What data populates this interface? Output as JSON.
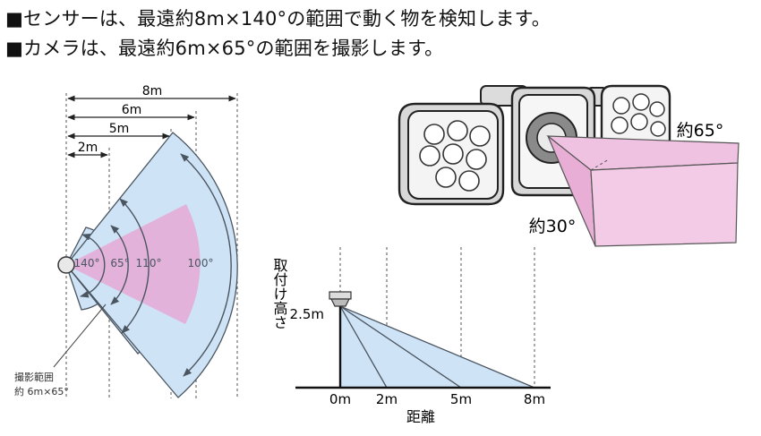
{
  "header": {
    "line1": "■センサーは、最遠約8m×140°の範囲で動く物を検知します。",
    "line2": "■カメラは、最遠約6m×65°の範囲を撮影します。"
  },
  "range_diagram": {
    "distances": [
      "8m",
      "6m",
      "5m",
      "2m"
    ],
    "angles": [
      "140°",
      "65°",
      "110°",
      "100°"
    ],
    "camera_label_line1": "撮影範囲",
    "camera_label_line2": "約 6m×65°"
  },
  "camera_view": {
    "horizontal_angle": "約65°",
    "vertical_angle": "約30°"
  },
  "height_chart": {
    "y_label": "取付け高さ",
    "height_value": "2.5m",
    "x_ticks": [
      "0m",
      "2m",
      "5m",
      "8m"
    ],
    "x_label": "距離"
  },
  "colors": {
    "sensor_zone": "#cfe3f7",
    "sensor_stroke": "#4a5560",
    "camera_zone": "#e6a5d3",
    "camera_box": "#f3cbe6",
    "chart_fill": "#cfe3f7"
  }
}
